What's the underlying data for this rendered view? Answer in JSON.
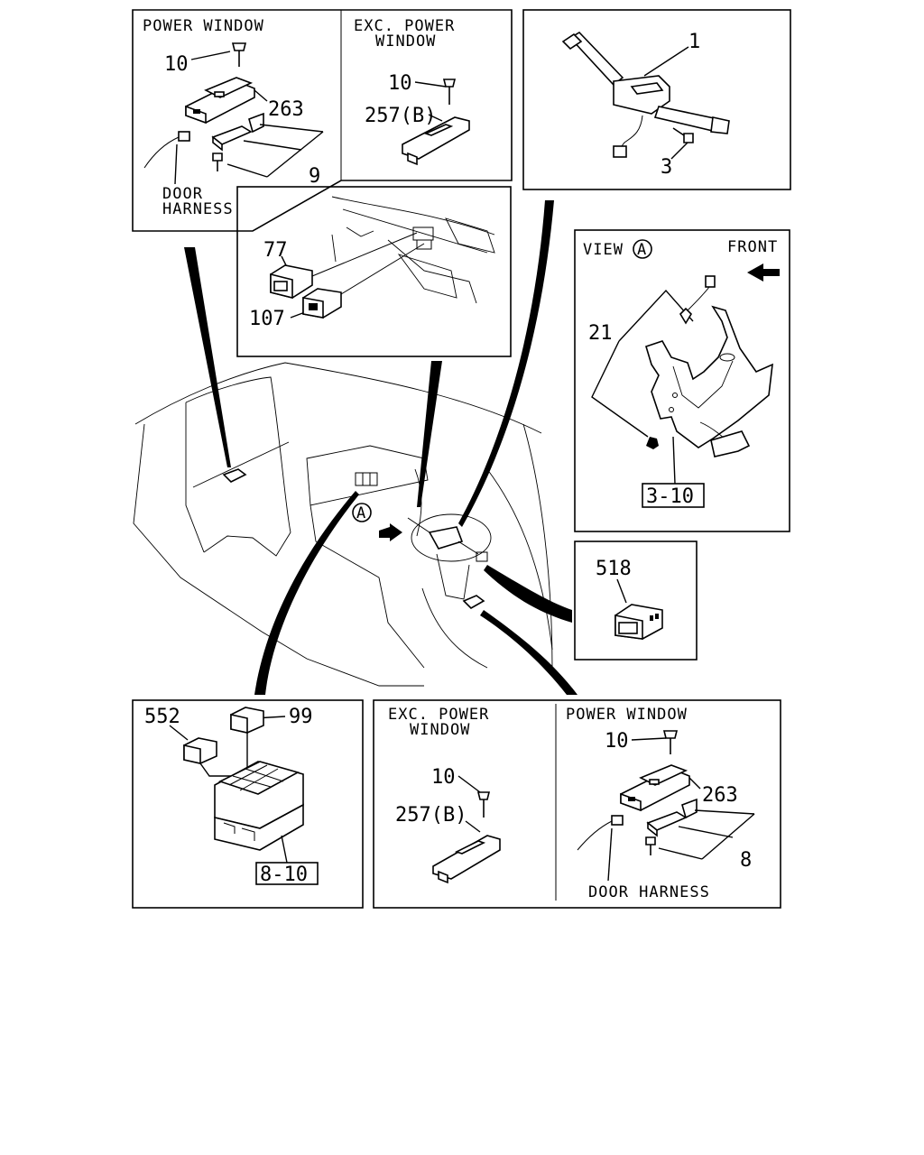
{
  "panels": {
    "top_left": {
      "power_window_title": "POWER WINDOW",
      "exc_power_title_1": "EXC. POWER",
      "exc_power_title_2": "WINDOW",
      "label_10_a": "10",
      "label_263": "263",
      "label_9": "9",
      "door_harness_1": "DOOR",
      "door_harness_2": "HARNESS",
      "label_10_b": "10",
      "label_257b": "257(B)"
    },
    "top_right": {
      "label_1": "1",
      "label_3": "3"
    },
    "center_switches": {
      "label_77": "77",
      "label_107": "107"
    },
    "view_a": {
      "view_label": "VIEW",
      "view_circle": "A",
      "front_label": "FRONT",
      "label_21": "21",
      "ref_box": "3-10"
    },
    "switch_518": {
      "label_518": "518"
    },
    "vehicle": {
      "view_marker": "A"
    },
    "bottom_left": {
      "label_552": "552",
      "label_99": "99",
      "ref_box": "8-10"
    },
    "bottom_right": {
      "exc_power_title_1": "EXC. POWER",
      "exc_power_title_2": "WINDOW",
      "power_window_title": "POWER WINDOW",
      "label_10_a": "10",
      "label_257b": "257(B)",
      "label_10_b": "10",
      "label_263": "263",
      "label_8": "8",
      "door_harness": "DOOR HARNESS"
    }
  }
}
